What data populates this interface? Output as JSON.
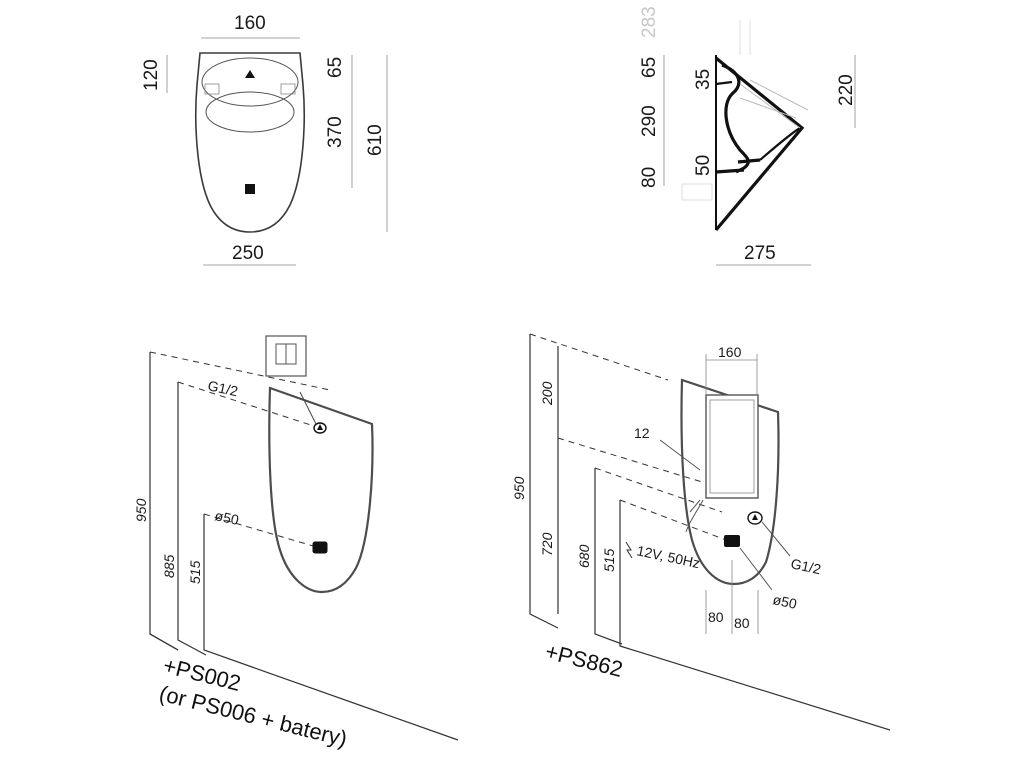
{
  "front_view": {
    "top_width": "160",
    "bottom_width": "250",
    "left_height": "120",
    "seg_65": "65",
    "seg_370": "370",
    "total_height": "610"
  },
  "side_view": {
    "top_faint": "283",
    "left_65": "65",
    "left_290": "290",
    "left_80": "80",
    "inner_35": "35",
    "inner_50": "50",
    "right_220": "220",
    "depth_275": "275"
  },
  "install_ps002": {
    "height_950": "950",
    "height_885": "885",
    "height_515": "515",
    "inlet_label": "G1/2",
    "outlet_label": "ø50",
    "model_line1": "+PS002",
    "model_line2": "(or PS006 + batery)"
  },
  "install_ps862": {
    "height_950": "950",
    "seg_200": "200",
    "seg_720": "720",
    "height_680": "680",
    "height_515": "515",
    "sensor_width": "160",
    "offset_12": "12",
    "power_label": "12V, 50Hz",
    "inlet_label": "G1/2",
    "outlet_label": "ø50",
    "left_80": "80",
    "right_80": "80",
    "model_line": "+PS862"
  }
}
